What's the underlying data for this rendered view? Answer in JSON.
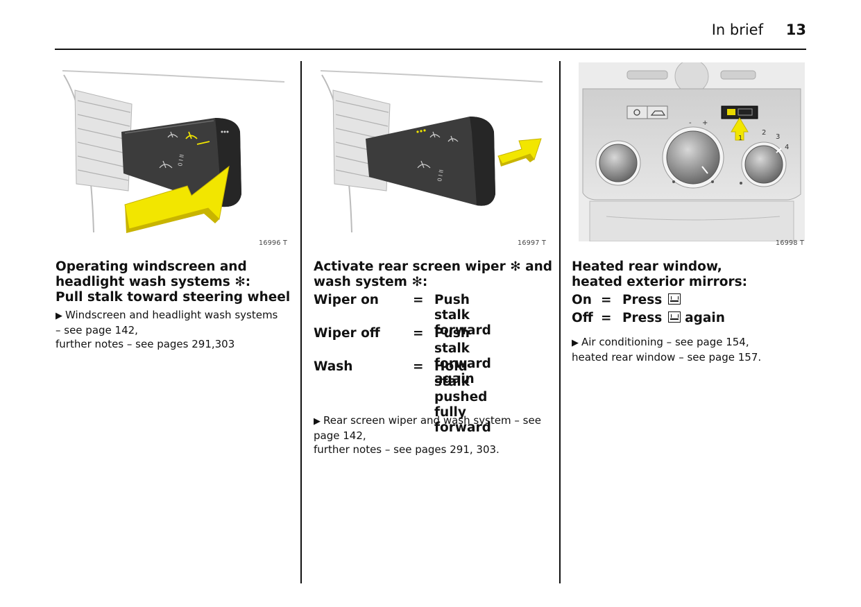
{
  "header": {
    "title": "In brief",
    "page": "13"
  },
  "col1": {
    "fig": "16996 T",
    "heading": [
      "Operating windscreen and",
      "headlight wash systems ✻:",
      "Pull stalk toward steering wheel"
    ],
    "notes": [
      "Windscreen and headlight wash systems",
      "– see page 142,",
      "further notes – see pages 291,303"
    ]
  },
  "col2": {
    "fig": "16997 T",
    "heading": [
      "Activate rear screen wiper ✻ and",
      "wash system ✻:"
    ],
    "rows": [
      {
        "key": "Wiper on",
        "eq": "=",
        "val": [
          "Push stalk",
          "forward"
        ]
      },
      {
        "key": "Wiper off",
        "eq": "=",
        "val": [
          "Push stalk",
          "forward again"
        ]
      },
      {
        "key": "Wash",
        "eq": "=",
        "val": [
          "Hold stalk",
          "pushed fully",
          "forward"
        ]
      }
    ],
    "notes": [
      "Rear screen wiper and wash system – see",
      "page 142,",
      "further notes – see pages 291, 303."
    ]
  },
  "col3": {
    "fig": "16998 T",
    "heading": [
      "Heated rear window,",
      "heated exterior mirrors:"
    ],
    "rows": [
      {
        "key": "On",
        "eq": "=",
        "val": "Press",
        "suffix": ""
      },
      {
        "key": "Off",
        "eq": "=",
        "val": "Press",
        "suffix": "again"
      }
    ],
    "notes": [
      "Air conditioning – see page 154,",
      "heated rear window – see page 157."
    ],
    "dial_numbers": [
      "1",
      "2",
      "3",
      "4"
    ]
  },
  "colors": {
    "arrow": "#f2e600",
    "arrow_dark": "#c8b400",
    "stalk": "#3a3a3a",
    "panel": "#d9d9d9",
    "indicator": "#e8d800"
  },
  "icons": {
    "marker": "triangle-right-icon",
    "heated_window": "heated-rear-window-icon",
    "wash": "wash-symbol-icon"
  }
}
